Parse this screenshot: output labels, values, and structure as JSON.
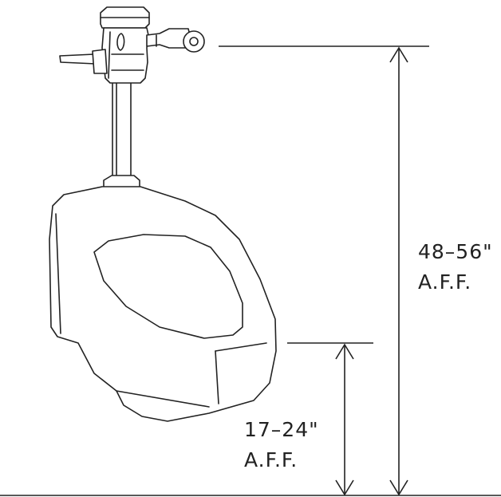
{
  "dimensions": {
    "flush_valve_height": {
      "value": "48–56\"",
      "reference": "A.F.F."
    },
    "rim_height": {
      "value": "17–24\"",
      "reference": "A.F.F."
    }
  },
  "colors": {
    "line": "#222222",
    "background": "#ffffff"
  }
}
